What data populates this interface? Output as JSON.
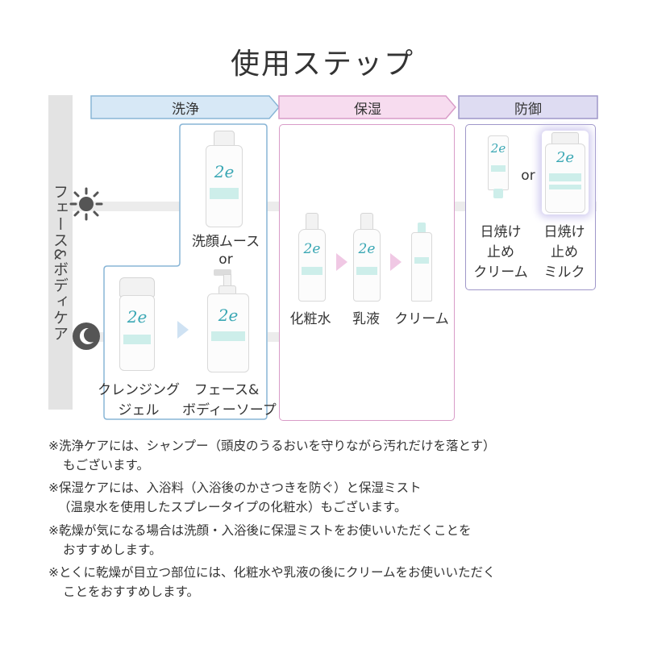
{
  "title": "使用ステップ",
  "axis_label": "フェース&ボディケア",
  "steps": [
    {
      "label": "洗浄"
    },
    {
      "label": "保湿"
    },
    {
      "label": "防御"
    }
  ],
  "time_icons": {
    "day": "sun-icon",
    "night": "moon-icon"
  },
  "products": {
    "face_mousse": "洗顔ムース",
    "or1": "or",
    "cleansing_gel_line1": "クレンジング",
    "cleansing_gel_line2": "ジェル",
    "soap_line1": "フェース&",
    "soap_line2": "ボディーソープ",
    "lotion": "化粧水",
    "milk": "乳液",
    "cream": "クリーム",
    "or2": "or",
    "sun_cream_line1": "日焼け",
    "sun_cream_line2": "止め",
    "sun_cream_line3": "クリーム",
    "sun_milk_line1": "日焼け",
    "sun_milk_line2": "止め",
    "sun_milk_line3": "ミルク",
    "logo": "2e"
  },
  "notes": [
    {
      "line1": "※洗浄ケアには、シャンプー（頭皮のうるおいを守りながら汚れだけを落とす）",
      "line2": "もございます。"
    },
    {
      "line1": "※保湿ケアには、入浴料（入浴後のかさつきを防ぐ）と保湿ミスト",
      "line2": "（温泉水を使用したスプレータイプの化粧水）もございます。"
    },
    {
      "line1": "※乾燥が気になる場合は洗顔・入浴後に保湿ミストをお使いいただくことを",
      "line2": "おすすめします。"
    },
    {
      "line1": "※とくに乾燥が目立つ部位には、化粧水や乳液の後にクリームをお使いいただく",
      "line2": "ことをおすすめします。"
    }
  ],
  "colors": {
    "wash": "#d7e8f6",
    "wash_border": "#88b5d6",
    "moist": "#f7dcef",
    "moist_border": "#d99cc8",
    "protect": "#dedcf2",
    "protect_border": "#9f97c9"
  }
}
